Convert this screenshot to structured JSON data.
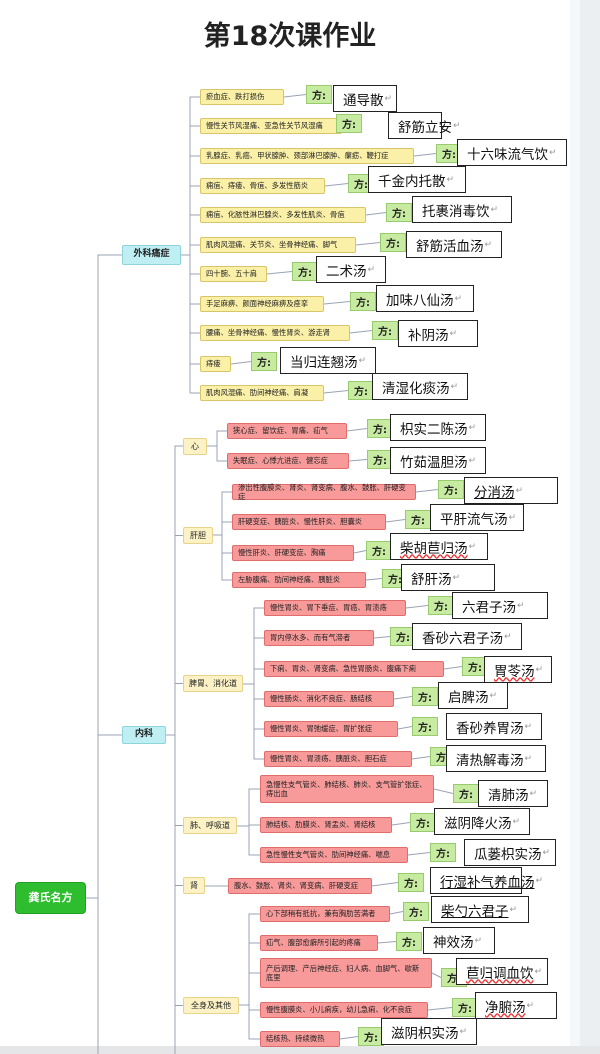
{
  "title": "第18次课作业",
  "return_mark": "↵",
  "root": "龚氏名方",
  "fang_label": "方:",
  "categories": {
    "waike": "外科痛症",
    "neike": "内科"
  },
  "subgroups": {
    "xin": "心",
    "gandan": "肝胆",
    "piwei": "脾胃、消化道",
    "fei": "肺、呼吸道",
    "shen": "肾",
    "quanshen": "全身及其他"
  },
  "rows": [
    {
      "id": "r1",
      "cond": "瘀血症、跌打损伤",
      "formula": "通导散"
    },
    {
      "id": "r2",
      "cond": "慢性关节风湿痛、亚急性关节风湿痛",
      "formula": "舒筋立安"
    },
    {
      "id": "r3",
      "cond": "乳腺症、乳癌、甲状腺肿、颈部淋巴腺肿、瘰疬、鞭打症",
      "formula": "十六味流气饮"
    },
    {
      "id": "r4",
      "cond": "痈疽、痔瘘、骨疽、多发性筋炎",
      "formula": "千金内托散"
    },
    {
      "id": "r5",
      "cond": "痈疽、化脓性淋巴腺炎、多发性肌炎、骨疽",
      "formula": "托裹消毒饮"
    },
    {
      "id": "r6",
      "cond": "肌肉风湿痛、关节炎、坐骨神经痛、脚气",
      "formula": "舒筋活血汤"
    },
    {
      "id": "r7",
      "cond": "四十腕、五十肩",
      "formula": "二术汤"
    },
    {
      "id": "r8",
      "cond": "手足麻痹、颜面神经麻痹及痉挛",
      "formula": "加味八仙汤"
    },
    {
      "id": "r9",
      "cond": "腰痛、坐骨神经痛、慢性肾炎、游走肾",
      "formula": "补阴汤"
    },
    {
      "id": "r10",
      "cond": "痔瘘",
      "formula": "当归连翘汤"
    },
    {
      "id": "r11",
      "cond": "肌肉风湿痛、肋间神经痛、肩凝",
      "formula": "清湿化痰汤"
    },
    {
      "id": "r12",
      "cond": "狭心症、留饮症、胃痛、疝气",
      "formula": "枳实二陈汤"
    },
    {
      "id": "r13",
      "cond": "失眠症、心悸亢进症、健忘症",
      "formula": "竹茹温胆汤"
    },
    {
      "id": "r14",
      "cond": "渗出性腹膜炎、肾炎、肾变病、腹水、鼓胀、肝硬变症",
      "formula": "分消汤"
    },
    {
      "id": "r15",
      "cond": "肝硬变症、胰脏炎、慢性肝炎、胆囊炎",
      "formula": "平肝流气汤"
    },
    {
      "id": "r16",
      "cond": "慢性肝炎、肝硬变症、胸痛",
      "formula": "柴胡苣归汤"
    },
    {
      "id": "r17",
      "cond": "左胁腹痛、肋间神经痛、胰脏炎",
      "formula": "舒肝汤"
    },
    {
      "id": "r18",
      "cond": "慢性胃炎、胃下垂症、胃癌、胃溃疡",
      "formula": "六君子汤"
    },
    {
      "id": "r19",
      "cond": "胃内停水多、而有气滞者",
      "formula": "香砂六君子汤"
    },
    {
      "id": "r20",
      "cond": "下痢、胃炎、肾变病、急性胃肠炎、腹痛下痢",
      "formula": "胃苓汤"
    },
    {
      "id": "r21",
      "cond": "慢性肠炎、消化不良症、肠结核",
      "formula": "启脾汤"
    },
    {
      "id": "r22",
      "cond": "慢性胃炎、胃弛缓症、胃扩张症",
      "formula": "香砂养胃汤"
    },
    {
      "id": "r23",
      "cond": "慢性胃炎、胃溃疡、胰脏炎、胆石症",
      "formula": "清热解毒汤"
    },
    {
      "id": "r24",
      "cond": "急慢性支气管炎、肺结核、肺炎、支气管扩张症、痔出血",
      "formula": "清肺汤"
    },
    {
      "id": "r25",
      "cond": "肺结核、肋膜炎、肾盂炎、肾结核",
      "formula": "滋阴降火汤"
    },
    {
      "id": "r26",
      "cond": "急性慢性支气管炎、肋间神经痛、喘息",
      "formula": "瓜蒌枳实汤"
    },
    {
      "id": "r27",
      "cond": "腹水、鼓胀、肾炎、肾变病、肝硬变症",
      "formula": "行湿补气养血汤"
    },
    {
      "id": "r28",
      "cond": "心下部稍有抵抗，兼有胸肋苦满者",
      "formula": "柴勺六君子"
    },
    {
      "id": "r29",
      "cond": "疝气、腹部愈癖所引起的疼痛",
      "formula": "神效汤"
    },
    {
      "id": "r30",
      "cond": "产后调理、产后神经症、妇人病、血脚气、歇斯底里",
      "formula": "苣归调血饮"
    },
    {
      "id": "r31",
      "cond": "慢性腹膜炎、小儿痢疾，幼儿急痢、化不良症",
      "formula": "净腑汤"
    },
    {
      "id": "r32",
      "cond": "结核热、持续微热",
      "formula": "滋阴枳实汤"
    }
  ]
}
